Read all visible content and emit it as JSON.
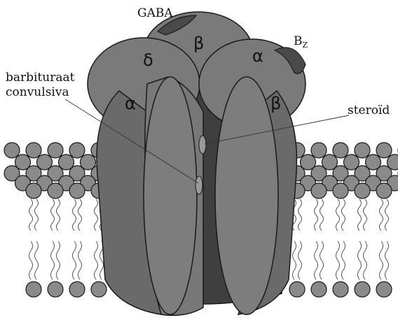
{
  "labels": {
    "gaba": "GABA",
    "bz": "B",
    "bz_sub": "Z",
    "barbituraat": "barbituraat",
    "convulsiva": "convulsiva",
    "steroid": "steroïd"
  },
  "subunits": {
    "top_beta": "β",
    "delta": "δ",
    "back_alpha": "α",
    "front_alpha": "α",
    "front_beta": "β"
  },
  "colors": {
    "protein": "#7a7a7a",
    "protein_dark": "#4a4a4a",
    "protein_light": "#8c8c8c",
    "lipid_head": "#8a8a8a",
    "outline": "#1a1a1a"
  }
}
